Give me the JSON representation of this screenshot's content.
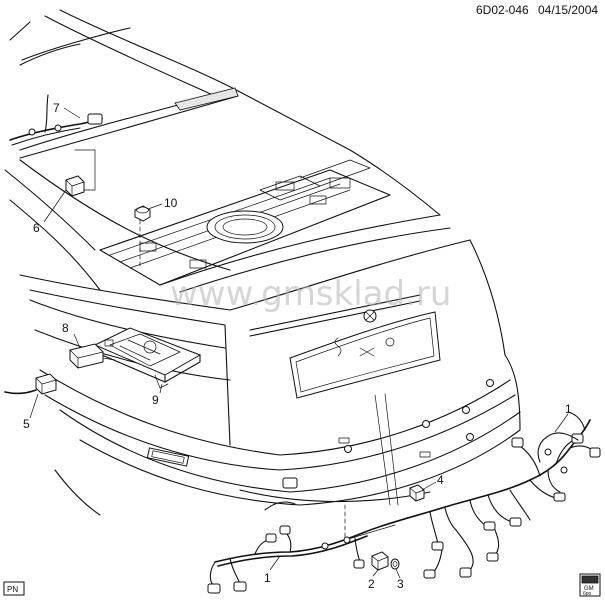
{
  "header": {
    "code": "6D02-046",
    "date": "04/15/2004"
  },
  "watermark": "www.gmsklad.ru",
  "pn_label": "PN",
  "callouts": [
    {
      "id": "c1a",
      "text": "1"
    },
    {
      "id": "c1b",
      "text": "1"
    },
    {
      "id": "c2",
      "text": "2"
    },
    {
      "id": "c3",
      "text": "3"
    },
    {
      "id": "c4",
      "text": "4"
    },
    {
      "id": "c5",
      "text": "5"
    },
    {
      "id": "c6",
      "text": "6"
    },
    {
      "id": "c7",
      "text": "7"
    },
    {
      "id": "c8",
      "text": "8"
    },
    {
      "id": "c9",
      "text": "9"
    },
    {
      "id": "c10",
      "text": "10"
    }
  ],
  "corner_icon": {
    "line1": "GM",
    "line2": "6po"
  }
}
